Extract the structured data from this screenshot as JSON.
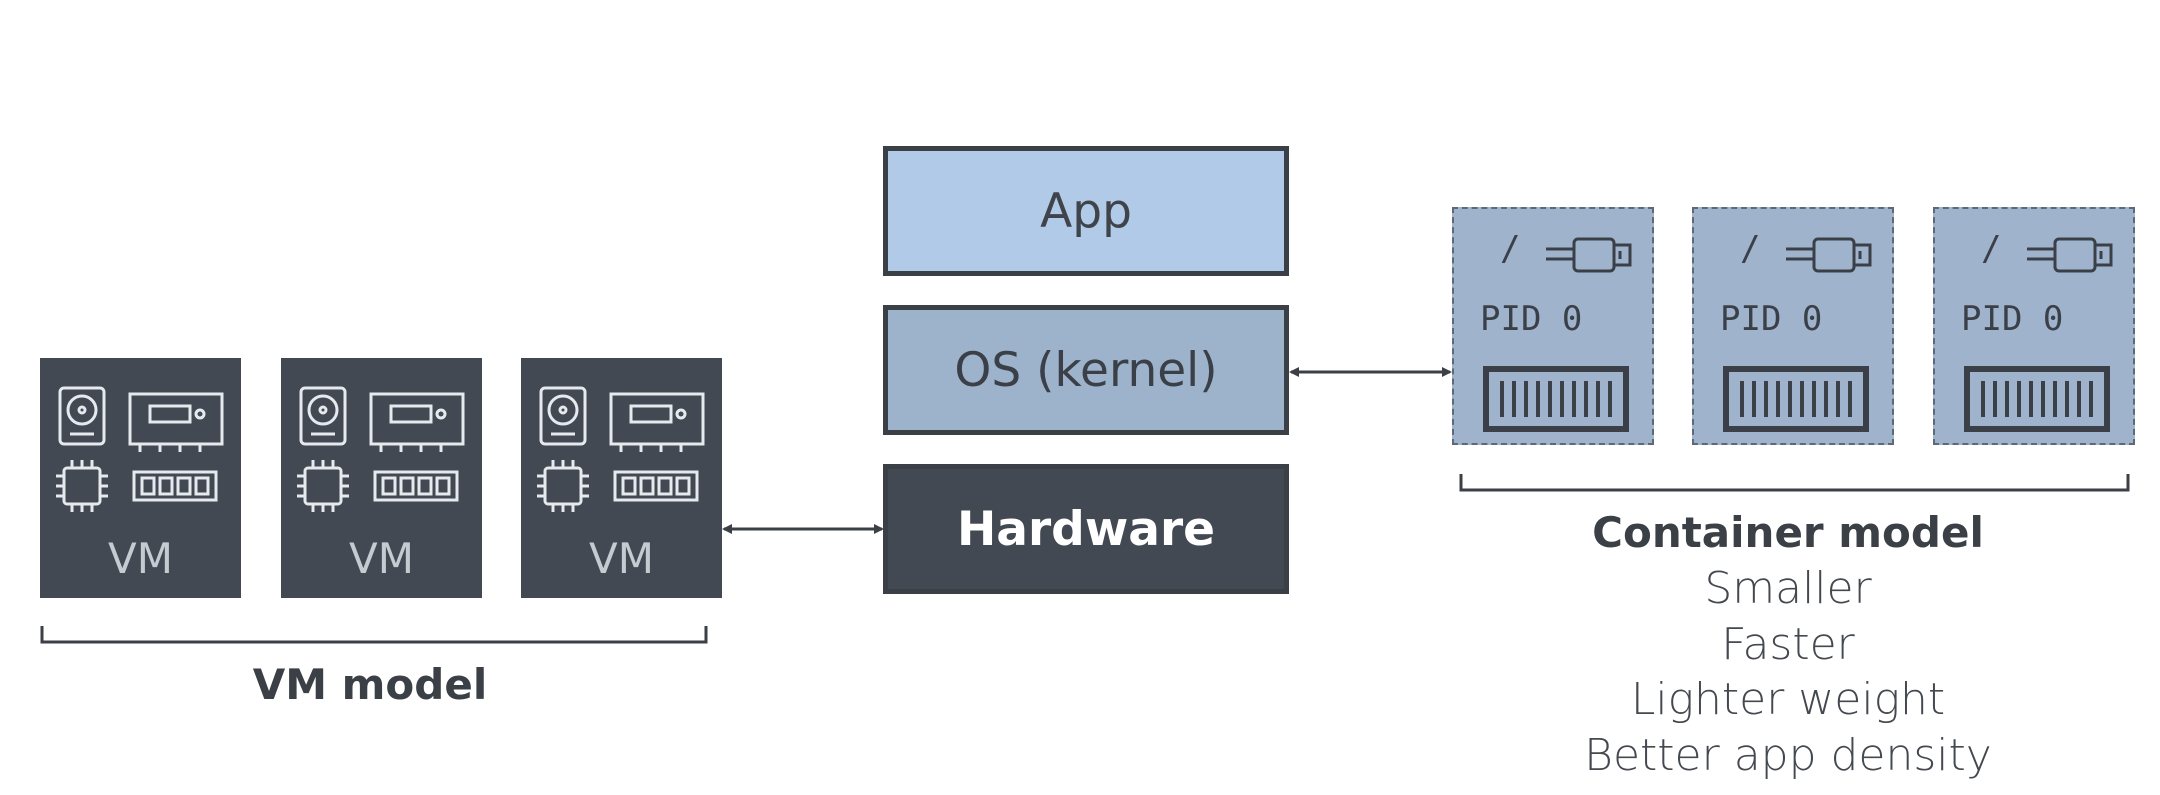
{
  "stack": {
    "app": "App",
    "os": "OS (kernel)",
    "hardware": "Hardware"
  },
  "vm_model": {
    "vms": [
      "VM",
      "VM",
      "VM"
    ],
    "title": "VM model"
  },
  "container_model": {
    "containers": [
      {
        "root": "/",
        "pid": "PID 0"
      },
      {
        "root": "/",
        "pid": "PID 0"
      },
      {
        "root": "/",
        "pid": "PID 0"
      }
    ],
    "title": "Container model",
    "features": [
      "Smaller",
      "Faster",
      "Lighter weight",
      "Better app density"
    ]
  },
  "colors": {
    "app": "#b0cae8",
    "os": "#9db2cb",
    "hardware": "#424952",
    "vm": "#424952",
    "container": "#9fb3cc"
  }
}
